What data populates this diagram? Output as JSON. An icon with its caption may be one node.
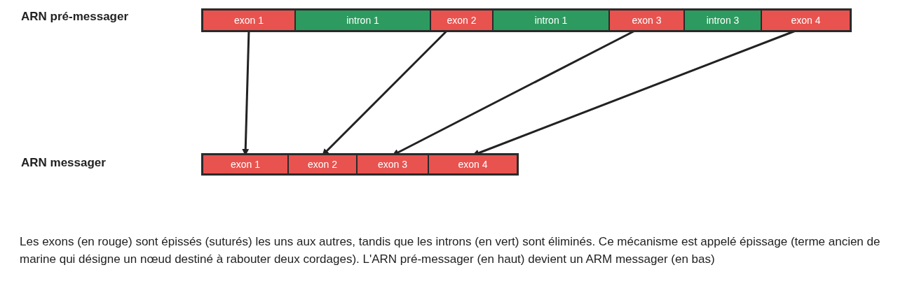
{
  "diagram": {
    "caption": "Les exons (en rouge) sont épissés (suturés) les uns aux autres, tandis que les introns (en vert) sont éliminés. Ce mécanisme est appelé épissage (terme ancien de marine qui désigne un nœud destiné à rabouter deux cordages). L'ARN pré-messager (en haut) devient un ARM messager (en bas)",
    "nodes": [
      {
        "text": [],
        "shape": "bar"
      },
      {
        "text": [
          "exon 1"
        ],
        "in": 0
      },
      {
        "text": [
          "intron 1"
        ],
        "in": 0
      },
      {
        "text": [
          "exon 2"
        ],
        "in": 0
      },
      {
        "text": [
          "intron 1"
        ],
        "in": 0
      },
      {
        "text": [
          "exon 3"
        ],
        "in": 0
      },
      {
        "text": [
          "intron 3"
        ],
        "in": 0
      },
      {
        "text": [
          "exon 4"
        ],
        "in": 0
      },
      {
        "text": [],
        "shape": "bar"
      },
      {
        "text": [
          "exon 1"
        ],
        "in": 8
      },
      {
        "text": [
          "exon 2"
        ],
        "in": 8
      },
      {
        "text": [
          "exon 3"
        ],
        "in": 8
      },
      {
        "text": [
          "exon 4"
        ],
        "in": 8
      }
    ],
    "edges": [
      {
        "from": 1,
        "to": 9,
        "arrow": "to"
      },
      {
        "from": 3,
        "to": 10,
        "arrow": "to"
      },
      {
        "from": 5,
        "to": 11,
        "arrow": "to"
      },
      {
        "from": 7,
        "to": 12,
        "arrow": "to"
      }
    ],
    "labels": [
      "ARN pré-messager",
      "ARN messager"
    ]
  }
}
